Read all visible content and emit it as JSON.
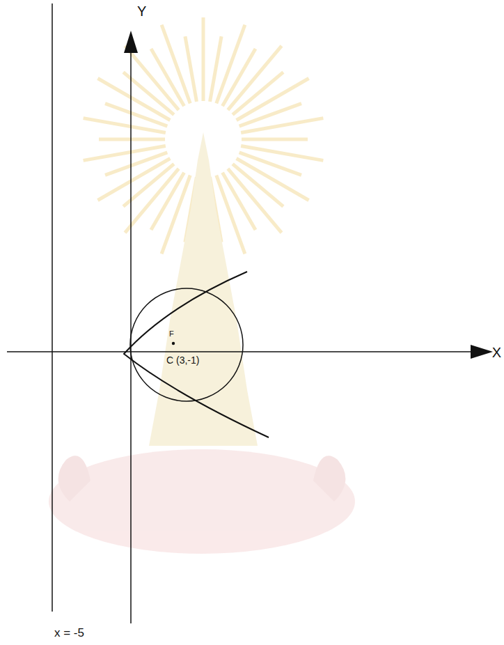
{
  "diagram": {
    "labels": [
      "Y",
      "X",
      "F",
      "C (3,-1)",
      "x = -5"
    ]
  }
}
